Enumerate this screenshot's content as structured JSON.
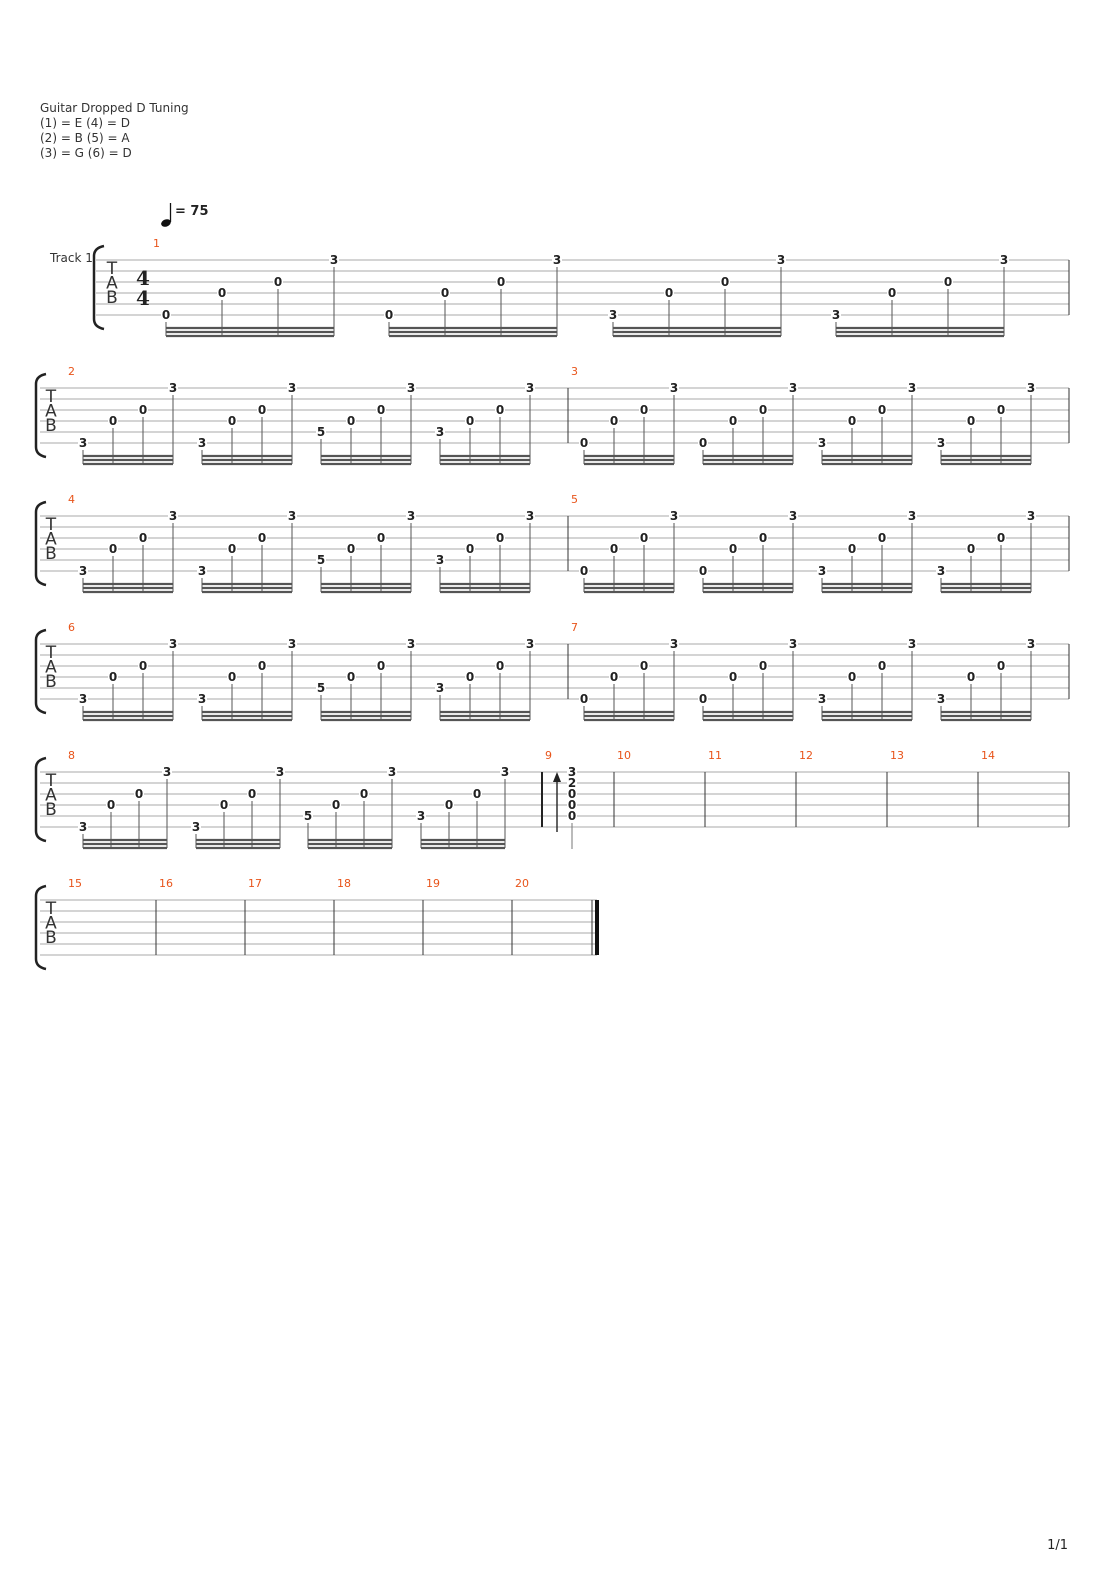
{
  "header": {
    "tuning_title": "Guitar Dropped D Tuning",
    "tuning_lines": [
      "(1) = E (4) = D",
      "(2) = B (5) = A",
      "(3) = G (6) = D"
    ]
  },
  "tempo": {
    "label": "= 75"
  },
  "track_label": "Track 1",
  "time_signature": {
    "top": "4",
    "bottom": "4"
  },
  "clef_letters": [
    "T",
    "A",
    "B"
  ],
  "accent_color": "#e8541a",
  "measures": [
    {
      "number": "1",
      "groups": [
        [
          [
            6,
            "0"
          ],
          [
            4,
            "0"
          ],
          [
            3,
            "0"
          ],
          [
            1,
            "3"
          ]
        ],
        [
          [
            6,
            "0"
          ],
          [
            4,
            "0"
          ],
          [
            3,
            "0"
          ],
          [
            1,
            "3"
          ]
        ],
        [
          [
            6,
            "3"
          ],
          [
            4,
            "0"
          ],
          [
            3,
            "0"
          ],
          [
            1,
            "3"
          ]
        ],
        [
          [
            6,
            "3"
          ],
          [
            4,
            "0"
          ],
          [
            3,
            "0"
          ],
          [
            1,
            "3"
          ]
        ]
      ]
    },
    {
      "number": "2",
      "groups": [
        [
          [
            6,
            "3"
          ],
          [
            4,
            "0"
          ],
          [
            3,
            "0"
          ],
          [
            1,
            "3"
          ]
        ],
        [
          [
            6,
            "3"
          ],
          [
            4,
            "0"
          ],
          [
            3,
            "0"
          ],
          [
            1,
            "3"
          ]
        ],
        [
          [
            5,
            "5"
          ],
          [
            4,
            "0"
          ],
          [
            3,
            "0"
          ],
          [
            1,
            "3"
          ]
        ],
        [
          [
            5,
            "3"
          ],
          [
            4,
            "0"
          ],
          [
            3,
            "0"
          ],
          [
            1,
            "3"
          ]
        ]
      ]
    },
    {
      "number": "3",
      "groups": [
        [
          [
            6,
            "0"
          ],
          [
            4,
            "0"
          ],
          [
            3,
            "0"
          ],
          [
            1,
            "3"
          ]
        ],
        [
          [
            6,
            "0"
          ],
          [
            4,
            "0"
          ],
          [
            3,
            "0"
          ],
          [
            1,
            "3"
          ]
        ],
        [
          [
            6,
            "3"
          ],
          [
            4,
            "0"
          ],
          [
            3,
            "0"
          ],
          [
            1,
            "3"
          ]
        ],
        [
          [
            6,
            "3"
          ],
          [
            4,
            "0"
          ],
          [
            3,
            "0"
          ],
          [
            1,
            "3"
          ]
        ]
      ]
    },
    {
      "number": "4",
      "groups": [
        [
          [
            6,
            "3"
          ],
          [
            4,
            "0"
          ],
          [
            3,
            "0"
          ],
          [
            1,
            "3"
          ]
        ],
        [
          [
            6,
            "3"
          ],
          [
            4,
            "0"
          ],
          [
            3,
            "0"
          ],
          [
            1,
            "3"
          ]
        ],
        [
          [
            5,
            "5"
          ],
          [
            4,
            "0"
          ],
          [
            3,
            "0"
          ],
          [
            1,
            "3"
          ]
        ],
        [
          [
            5,
            "3"
          ],
          [
            4,
            "0"
          ],
          [
            3,
            "0"
          ],
          [
            1,
            "3"
          ]
        ]
      ]
    },
    {
      "number": "5",
      "groups": [
        [
          [
            6,
            "0"
          ],
          [
            4,
            "0"
          ],
          [
            3,
            "0"
          ],
          [
            1,
            "3"
          ]
        ],
        [
          [
            6,
            "0"
          ],
          [
            4,
            "0"
          ],
          [
            3,
            "0"
          ],
          [
            1,
            "3"
          ]
        ],
        [
          [
            6,
            "3"
          ],
          [
            4,
            "0"
          ],
          [
            3,
            "0"
          ],
          [
            1,
            "3"
          ]
        ],
        [
          [
            6,
            "3"
          ],
          [
            4,
            "0"
          ],
          [
            3,
            "0"
          ],
          [
            1,
            "3"
          ]
        ]
      ]
    },
    {
      "number": "6",
      "groups": [
        [
          [
            6,
            "3"
          ],
          [
            4,
            "0"
          ],
          [
            3,
            "0"
          ],
          [
            1,
            "3"
          ]
        ],
        [
          [
            6,
            "3"
          ],
          [
            4,
            "0"
          ],
          [
            3,
            "0"
          ],
          [
            1,
            "3"
          ]
        ],
        [
          [
            5,
            "5"
          ],
          [
            4,
            "0"
          ],
          [
            3,
            "0"
          ],
          [
            1,
            "3"
          ]
        ],
        [
          [
            5,
            "3"
          ],
          [
            4,
            "0"
          ],
          [
            3,
            "0"
          ],
          [
            1,
            "3"
          ]
        ]
      ]
    },
    {
      "number": "7",
      "groups": [
        [
          [
            6,
            "0"
          ],
          [
            4,
            "0"
          ],
          [
            3,
            "0"
          ],
          [
            1,
            "3"
          ]
        ],
        [
          [
            6,
            "0"
          ],
          [
            4,
            "0"
          ],
          [
            3,
            "0"
          ],
          [
            1,
            "3"
          ]
        ],
        [
          [
            6,
            "3"
          ],
          [
            4,
            "0"
          ],
          [
            3,
            "0"
          ],
          [
            1,
            "3"
          ]
        ],
        [
          [
            6,
            "3"
          ],
          [
            4,
            "0"
          ],
          [
            3,
            "0"
          ],
          [
            1,
            "3"
          ]
        ]
      ]
    },
    {
      "number": "8",
      "groups": [
        [
          [
            6,
            "3"
          ],
          [
            4,
            "0"
          ],
          [
            3,
            "0"
          ],
          [
            1,
            "3"
          ]
        ],
        [
          [
            6,
            "3"
          ],
          [
            4,
            "0"
          ],
          [
            3,
            "0"
          ],
          [
            1,
            "3"
          ]
        ],
        [
          [
            5,
            "5"
          ],
          [
            4,
            "0"
          ],
          [
            3,
            "0"
          ],
          [
            1,
            "3"
          ]
        ],
        [
          [
            5,
            "3"
          ],
          [
            4,
            "0"
          ],
          [
            3,
            "0"
          ],
          [
            1,
            "3"
          ]
        ]
      ]
    },
    {
      "number": "9",
      "chord": [
        [
          1,
          "3"
        ],
        [
          2,
          "2"
        ],
        [
          3,
          "0"
        ],
        [
          4,
          "0"
        ],
        [
          5,
          "0"
        ]
      ]
    },
    {
      "number": "10"
    },
    {
      "number": "11"
    },
    {
      "number": "12"
    },
    {
      "number": "13"
    },
    {
      "number": "14"
    },
    {
      "number": "15"
    },
    {
      "number": "16"
    },
    {
      "number": "17"
    },
    {
      "number": "18"
    },
    {
      "number": "19"
    },
    {
      "number": "20"
    }
  ],
  "page_number": "1/1"
}
